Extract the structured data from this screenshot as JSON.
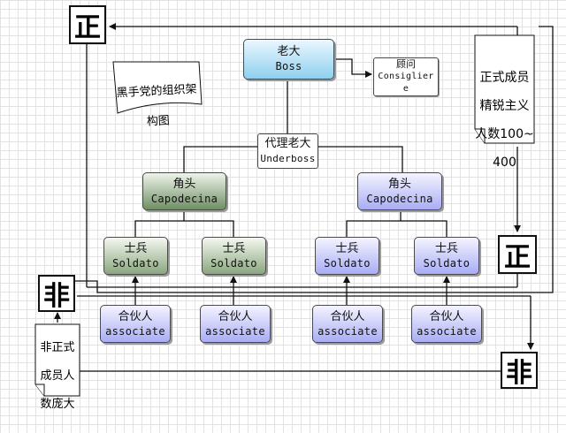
{
  "boss": {
    "cn": "老大",
    "en": "Boss"
  },
  "consigliere": {
    "cn": "顾问",
    "en": "Consiglier",
    "en2": "e"
  },
  "underboss": {
    "cn": "代理老大",
    "en": "Underboss"
  },
  "capo_left": {
    "cn": "角头",
    "en": "Capodecina"
  },
  "capo_right": {
    "cn": "角头",
    "en": "Capodecina"
  },
  "soldiers": [
    {
      "cn": "士兵",
      "en": "Soldato"
    },
    {
      "cn": "士兵",
      "en": "Soldato"
    },
    {
      "cn": "士兵",
      "en": "Soldato"
    },
    {
      "cn": "士兵",
      "en": "Soldato"
    }
  ],
  "associates": [
    {
      "cn": "合伙人",
      "en": "associate"
    },
    {
      "cn": "合伙人",
      "en": "associate"
    },
    {
      "cn": "合伙人",
      "en": "associate"
    },
    {
      "cn": "合伙人",
      "en": "associate"
    }
  ],
  "title_note": {
    "line1": "黑手党的组织架",
    "line2": "构图"
  },
  "formal_note": {
    "line1": "正式成员",
    "line2": "精锐主义",
    "line3": "人数100~",
    "line4": "400"
  },
  "informal_note": {
    "line1": "非正式",
    "line2": "成员人",
    "line3": "数庞大"
  },
  "labels": {
    "formal": "正",
    "informal": "非"
  },
  "colors": {
    "boss": "#8fd0ee",
    "capo_left": "#6f8f64",
    "soldier_left": "#8aa67f",
    "blue": "#a9adf5"
  }
}
